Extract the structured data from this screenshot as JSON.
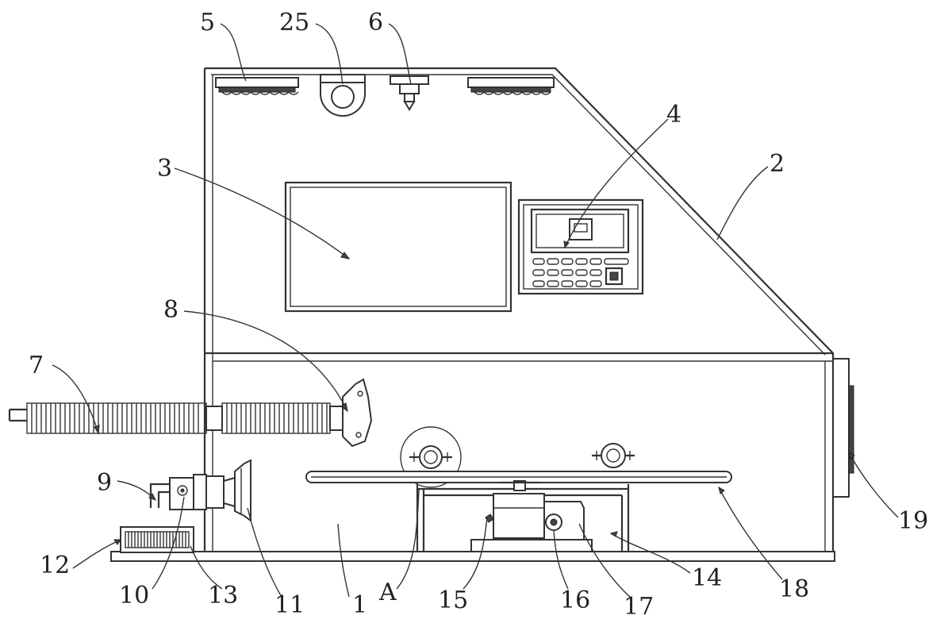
{
  "labels": {
    "l5": "5",
    "l25": "25",
    "l6": "6",
    "l4": "4",
    "l2": "2",
    "l3": "3",
    "l8": "8",
    "l7": "7",
    "l9": "9",
    "l12": "12",
    "l10": "10",
    "l13": "13",
    "l11": "11",
    "l1": "1",
    "lA": "A",
    "l15": "15",
    "l16": "16",
    "l17": "17",
    "l14": "14",
    "l18": "18",
    "l19": "19"
  }
}
